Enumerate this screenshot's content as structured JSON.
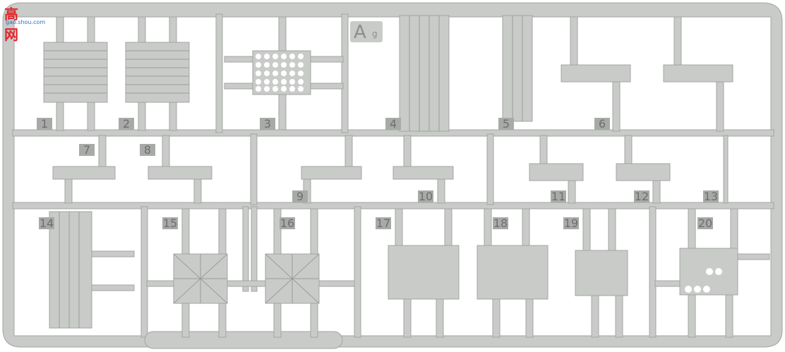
{
  "watermark": {
    "main": "高网",
    "sub": "gao.shou.com",
    "color": "#e0262a"
  },
  "sprue": {
    "letter": "A",
    "suffix": "g"
  },
  "part_numbers": [
    "1",
    "2",
    "3",
    "4",
    "5",
    "6",
    "7",
    "8",
    "9",
    "10",
    "11",
    "12",
    "13",
    "14",
    "15",
    "16",
    "17",
    "18",
    "19",
    "20"
  ],
  "colors": {
    "plastic": "#c9cbc9",
    "plastic_edge": "#a8aaa8",
    "plastic_dark": "#9a9c9a",
    "background": "#ffffff"
  }
}
